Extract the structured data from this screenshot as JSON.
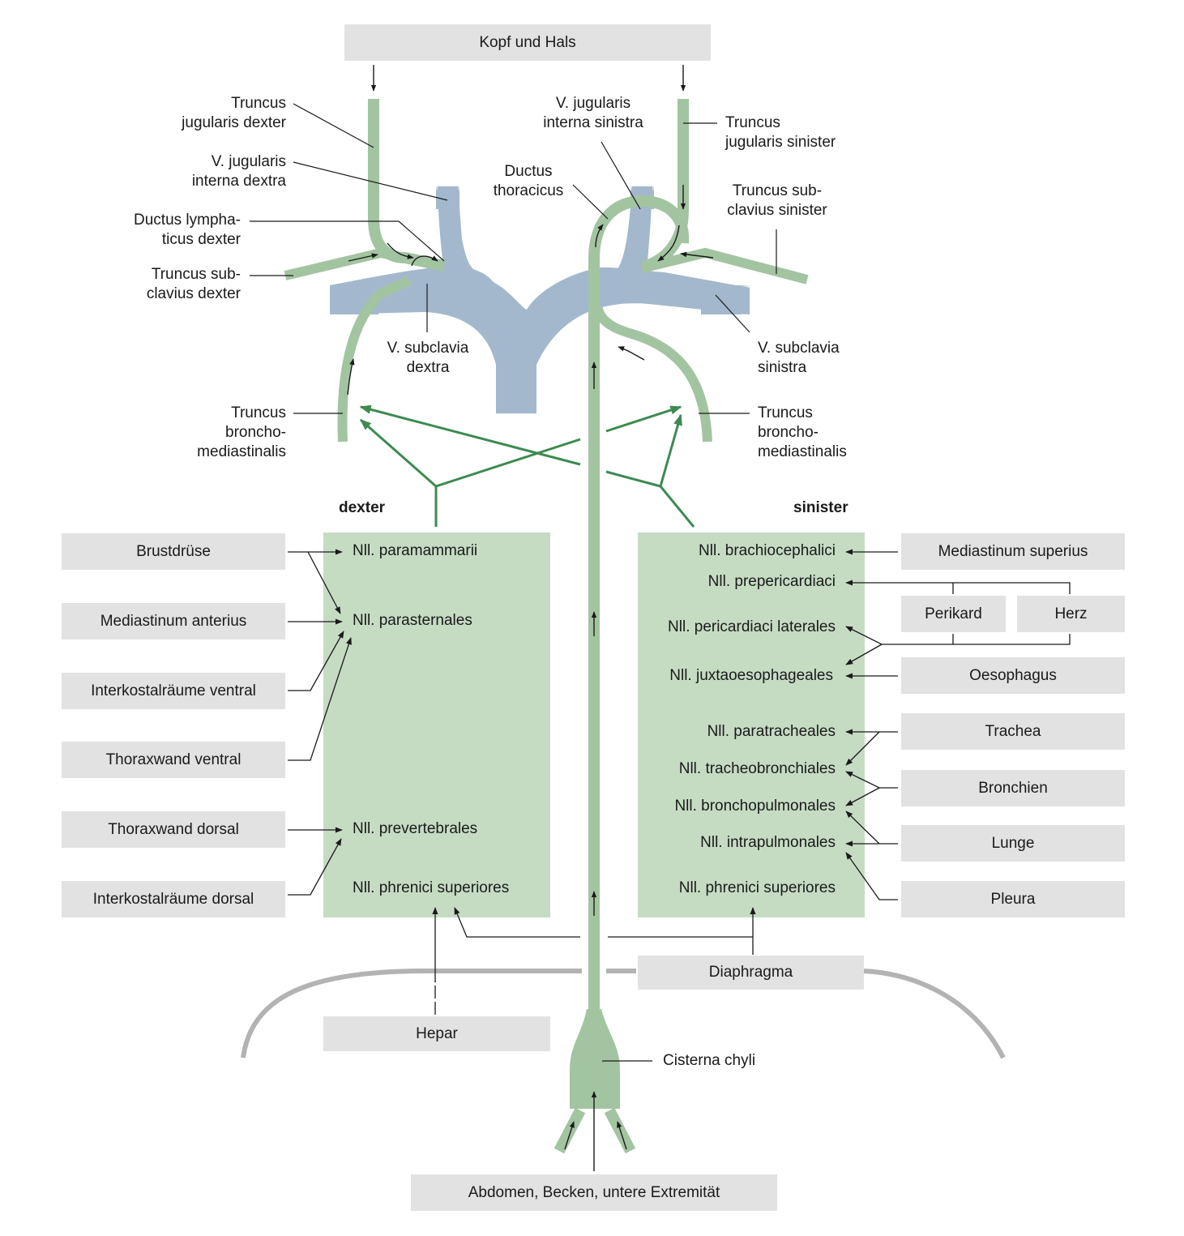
{
  "top_box": "Kopf und Hals",
  "bottom_box": "Abdomen, Becken, untere Extremität",
  "vessels": {
    "truncus_jugularis_dexter": "Truncus\njugularis dexter",
    "v_jugularis_interna_dextra": "V. jugularis\ninterna dextra",
    "ductus_lymphaticus_dexter": "Ductus lympha-\nticus dexter",
    "truncus_subclavius_dexter": "Truncus sub-\nclavius dexter",
    "v_subclavia_dextra": "V. subclavia\ndextra",
    "truncus_bronchomediastinalis_dexter": "Truncus\nbroncho-\nmediastinalis",
    "v_jugularis_interna_sinistra": "V. jugularis\ninterna sinistra",
    "ductus_thoracicus": "Ductus\nthoracicus",
    "truncus_jugularis_sinister": "Truncus\njugularis sinister",
    "truncus_subclavius_sinister": "Truncus sub-\nclavius sinister",
    "v_subclavia_sinistra": "V. subclavia\nsinistra",
    "truncus_bronchomediastinalis_sinister": "Truncus\nbroncho-\nmediastinalis",
    "cisterna_chyli": "Cisterna chyli"
  },
  "side_labels": {
    "dexter": "dexter",
    "sinister": "sinister"
  },
  "left_nodes": {
    "paramammarii": "Nll. paramammarii",
    "parasternales": "Nll. parasternales",
    "prevertebrales": "Nll. prevertebrales",
    "phrenici": "Nll. phrenici superiores"
  },
  "right_nodes": {
    "brachiocephalici": "Nll. brachiocephalici",
    "prepericardiaci": "Nll. prepericardiaci",
    "pericardiaci": "Nll. pericardiaci laterales",
    "juxtaoesophageales": "Nll. juxtaoesophageales",
    "paratracheales": "Nll. paratracheales",
    "tracheobronchiales": "Nll. tracheobronchiales",
    "bronchopulmonales": "Nll. bronchopulmonales",
    "intrapulmonales": "Nll. intrapulmonales",
    "phrenici": "Nll. phrenici superiores"
  },
  "left_sources": {
    "brustdruese": "Brustdrüse",
    "mediastinum_anterius": "Mediastinum anterius",
    "interkostal_ventral": "Interkostalräume ventral",
    "thoraxwand_ventral": "Thoraxwand ventral",
    "thoraxwand_dorsal": "Thoraxwand dorsal",
    "interkostal_dorsal": "Interkostalräume dorsal"
  },
  "right_sources": {
    "mediastinum_superius": "Mediastinum superius",
    "perikard": "Perikard",
    "herz": "Herz",
    "oesophagus": "Oesophagus",
    "trachea": "Trachea",
    "bronchien": "Bronchien",
    "lunge": "Lunge",
    "pleura": "Pleura"
  },
  "bottom_sources": {
    "diaphragma": "Diaphragma",
    "hepar": "Hepar"
  },
  "colors": {
    "lymph_green": "#a3c4a1",
    "panel_green": "#c5dcc3",
    "vein_blue": "#a3b8cc",
    "arrow_green": "#3d8a50",
    "box_gray": "#e2e2e2",
    "diaphragm_gray": "#b3b3b3"
  }
}
